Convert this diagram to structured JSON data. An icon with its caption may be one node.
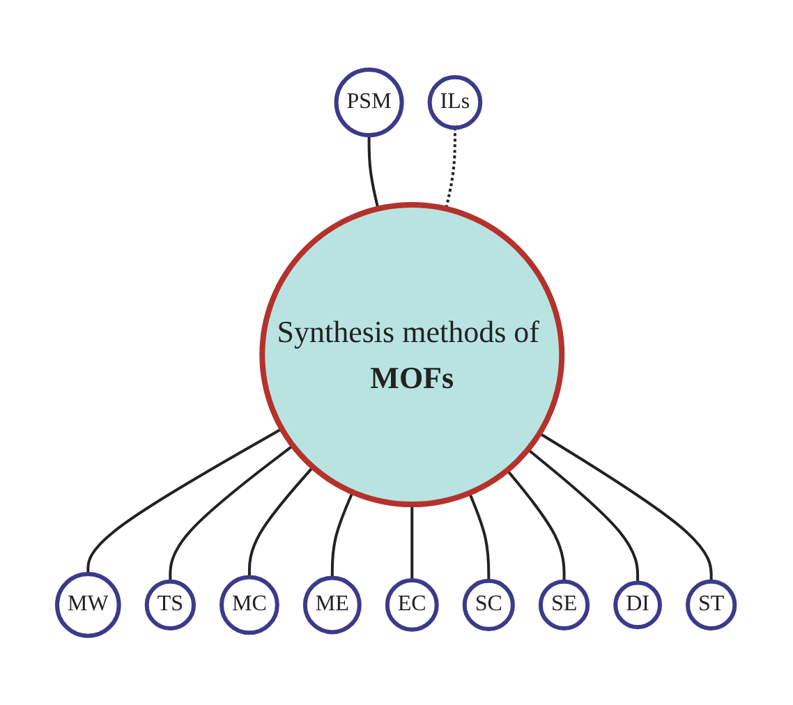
{
  "diagram": {
    "nodes": [
      {
        "text": [
          "Synthesis methods of **MOFs**"
        ]
      },
      {
        "text": [
          "PSM"
        ]
      },
      {
        "text": [
          "ILs"
        ]
      },
      {
        "text": [
          "MW"
        ]
      },
      {
        "text": [
          "TS"
        ]
      },
      {
        "text": [
          "MC"
        ]
      },
      {
        "text": [
          "ME"
        ]
      },
      {
        "text": [
          "EC"
        ]
      },
      {
        "text": [
          "SC"
        ]
      },
      {
        "text": [
          "SE"
        ]
      },
      {
        "text": [
          "DI"
        ]
      },
      {
        "text": [
          "ST"
        ]
      }
    ],
    "edges": [
      {
        "from": 0,
        "to": 1,
        "arrow": "none"
      },
      {
        "from": 0,
        "to": 2,
        "arrow": "none",
        "style": "dashed"
      },
      {
        "from": 0,
        "to": 3,
        "arrow": "none"
      },
      {
        "from": 0,
        "to": 4,
        "arrow": "none"
      },
      {
        "from": 0,
        "to": 5,
        "arrow": "none"
      },
      {
        "from": 0,
        "to": 6,
        "arrow": "none"
      },
      {
        "from": 0,
        "to": 7,
        "arrow": "none"
      },
      {
        "from": 0,
        "to": 8,
        "arrow": "none"
      },
      {
        "from": 0,
        "to": 9,
        "arrow": "none"
      },
      {
        "from": 0,
        "to": 10,
        "arrow": "none"
      },
      {
        "from": 0,
        "to": 11,
        "arrow": "none"
      }
    ]
  }
}
